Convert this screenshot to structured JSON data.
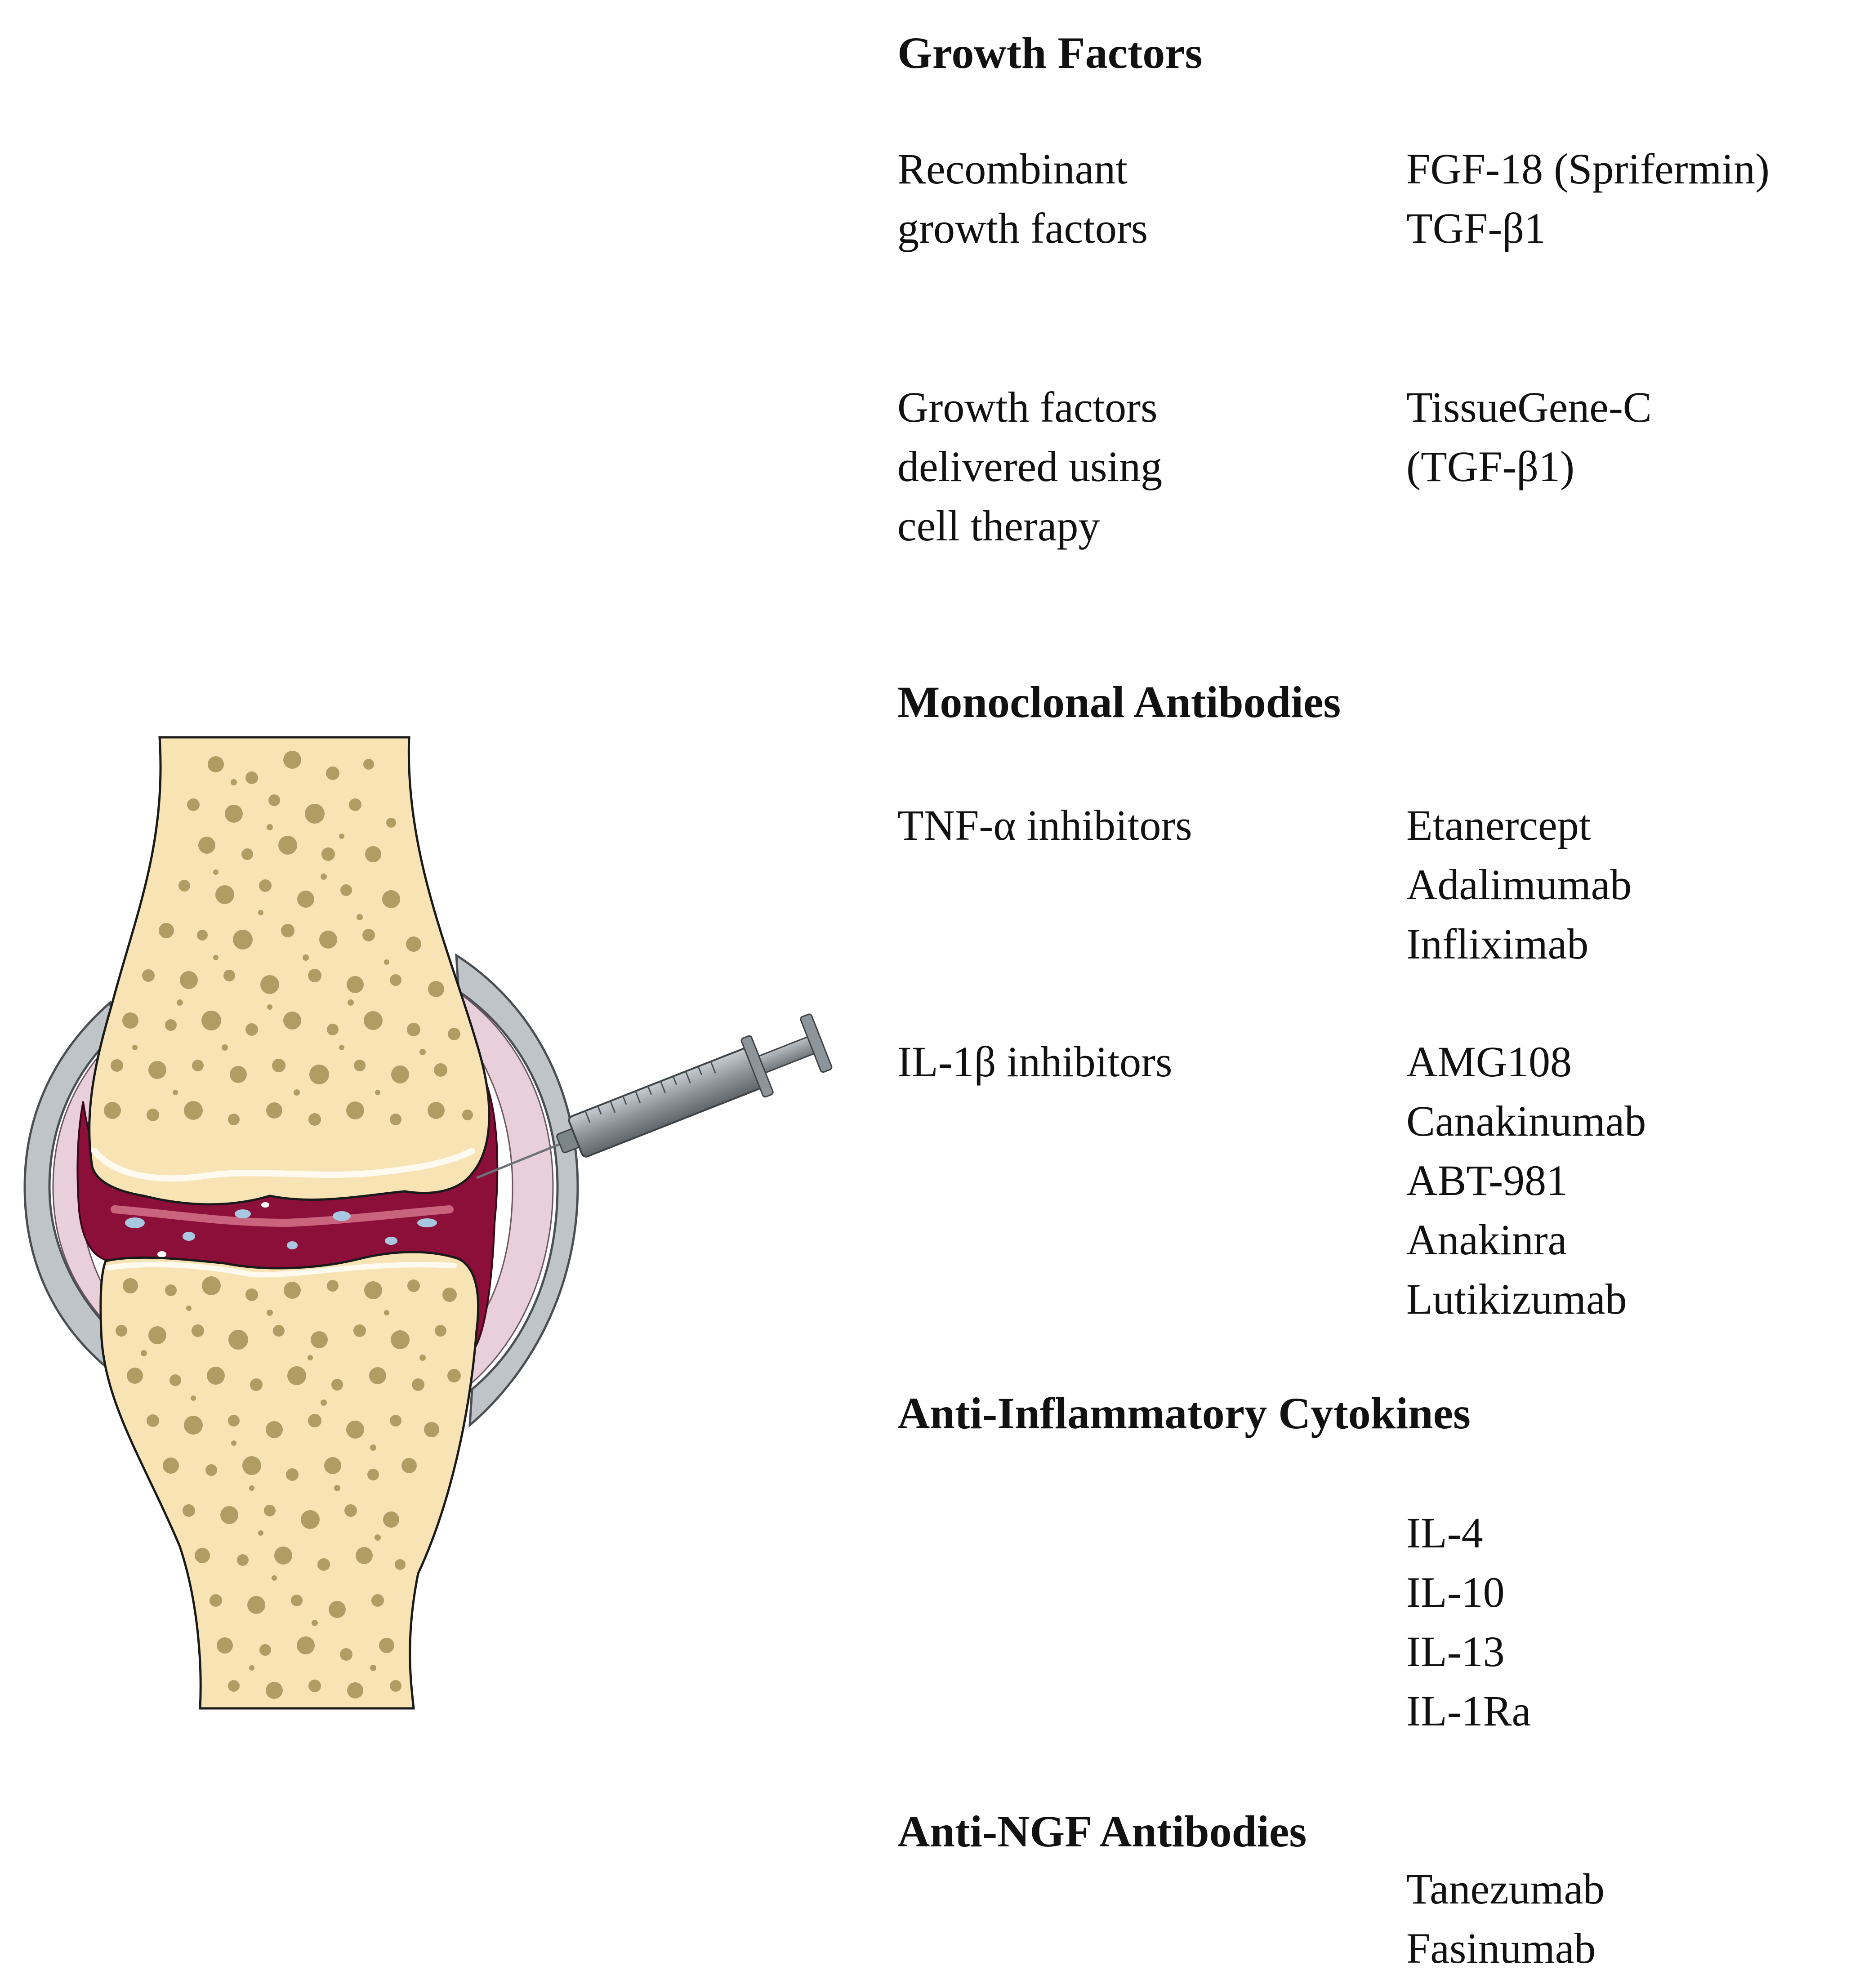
{
  "sections": {
    "growth": {
      "heading": "Growth Factors",
      "recombinant": {
        "category": [
          "Recombinant",
          "growth factors"
        ],
        "agents": [
          "FGF-18 (Sprifermin)",
          "TGF-β1"
        ]
      },
      "cell": {
        "category": [
          "Growth factors",
          "delivered using",
          "cell therapy"
        ],
        "agents": [
          "TissueGene-C",
          "(TGF-β1)"
        ]
      }
    },
    "mab": {
      "heading": "Monoclonal Antibodies",
      "tnf": {
        "category": "TNF-α inhibitors",
        "agents": [
          "Etanercept",
          "Adalimumab",
          "Infliximab"
        ]
      },
      "il1b": {
        "category": "IL-1β inhibitors",
        "agents": [
          "AMG108",
          "Canakinumab",
          "ABT-981",
          "Anakinra",
          "Lutikizumab"
        ]
      }
    },
    "cytokines": {
      "heading": "Anti-Inflammatory Cytokines",
      "agents": [
        "IL-4",
        "IL-10",
        "IL-13",
        "IL-1Ra"
      ]
    },
    "ngf": {
      "heading": "Anti-NGF Antibodies",
      "agents": [
        "Tanezumab",
        "Fasinumab"
      ]
    }
  },
  "illustration": {
    "bone_fill": "#f7e3b4",
    "pore_color": "#b19c63",
    "synovial_fluid": "#8c0f3a",
    "capsule_fill": "#e8cfd9",
    "syringe_color": "#9aa2a7"
  }
}
